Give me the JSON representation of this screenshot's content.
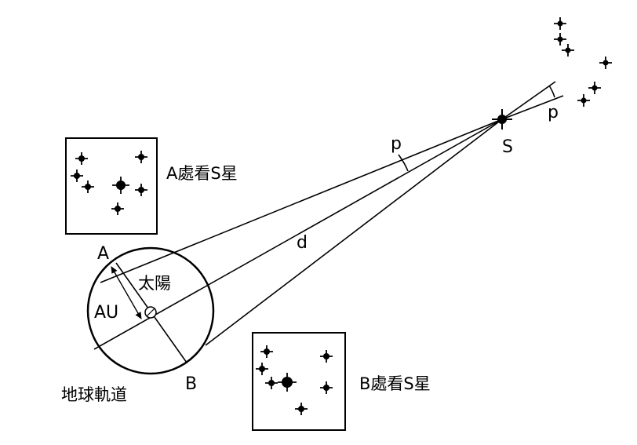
{
  "labels": {
    "point_a": "A",
    "point_b": "B",
    "star_s": "S",
    "parallax_angle": "p",
    "parallax_angle_far": "p",
    "distance": "d",
    "sun": "太陽",
    "au": "AU",
    "earth_orbit": "地球軌道",
    "view_from_a": "A處看S星",
    "view_from_b": "B處看S星"
  },
  "colors": {
    "ink": "#000000",
    "paper": "#ffffff"
  },
  "icons": {
    "star": "four-point-star-icon",
    "sun": "circle-with-dot-icon"
  }
}
